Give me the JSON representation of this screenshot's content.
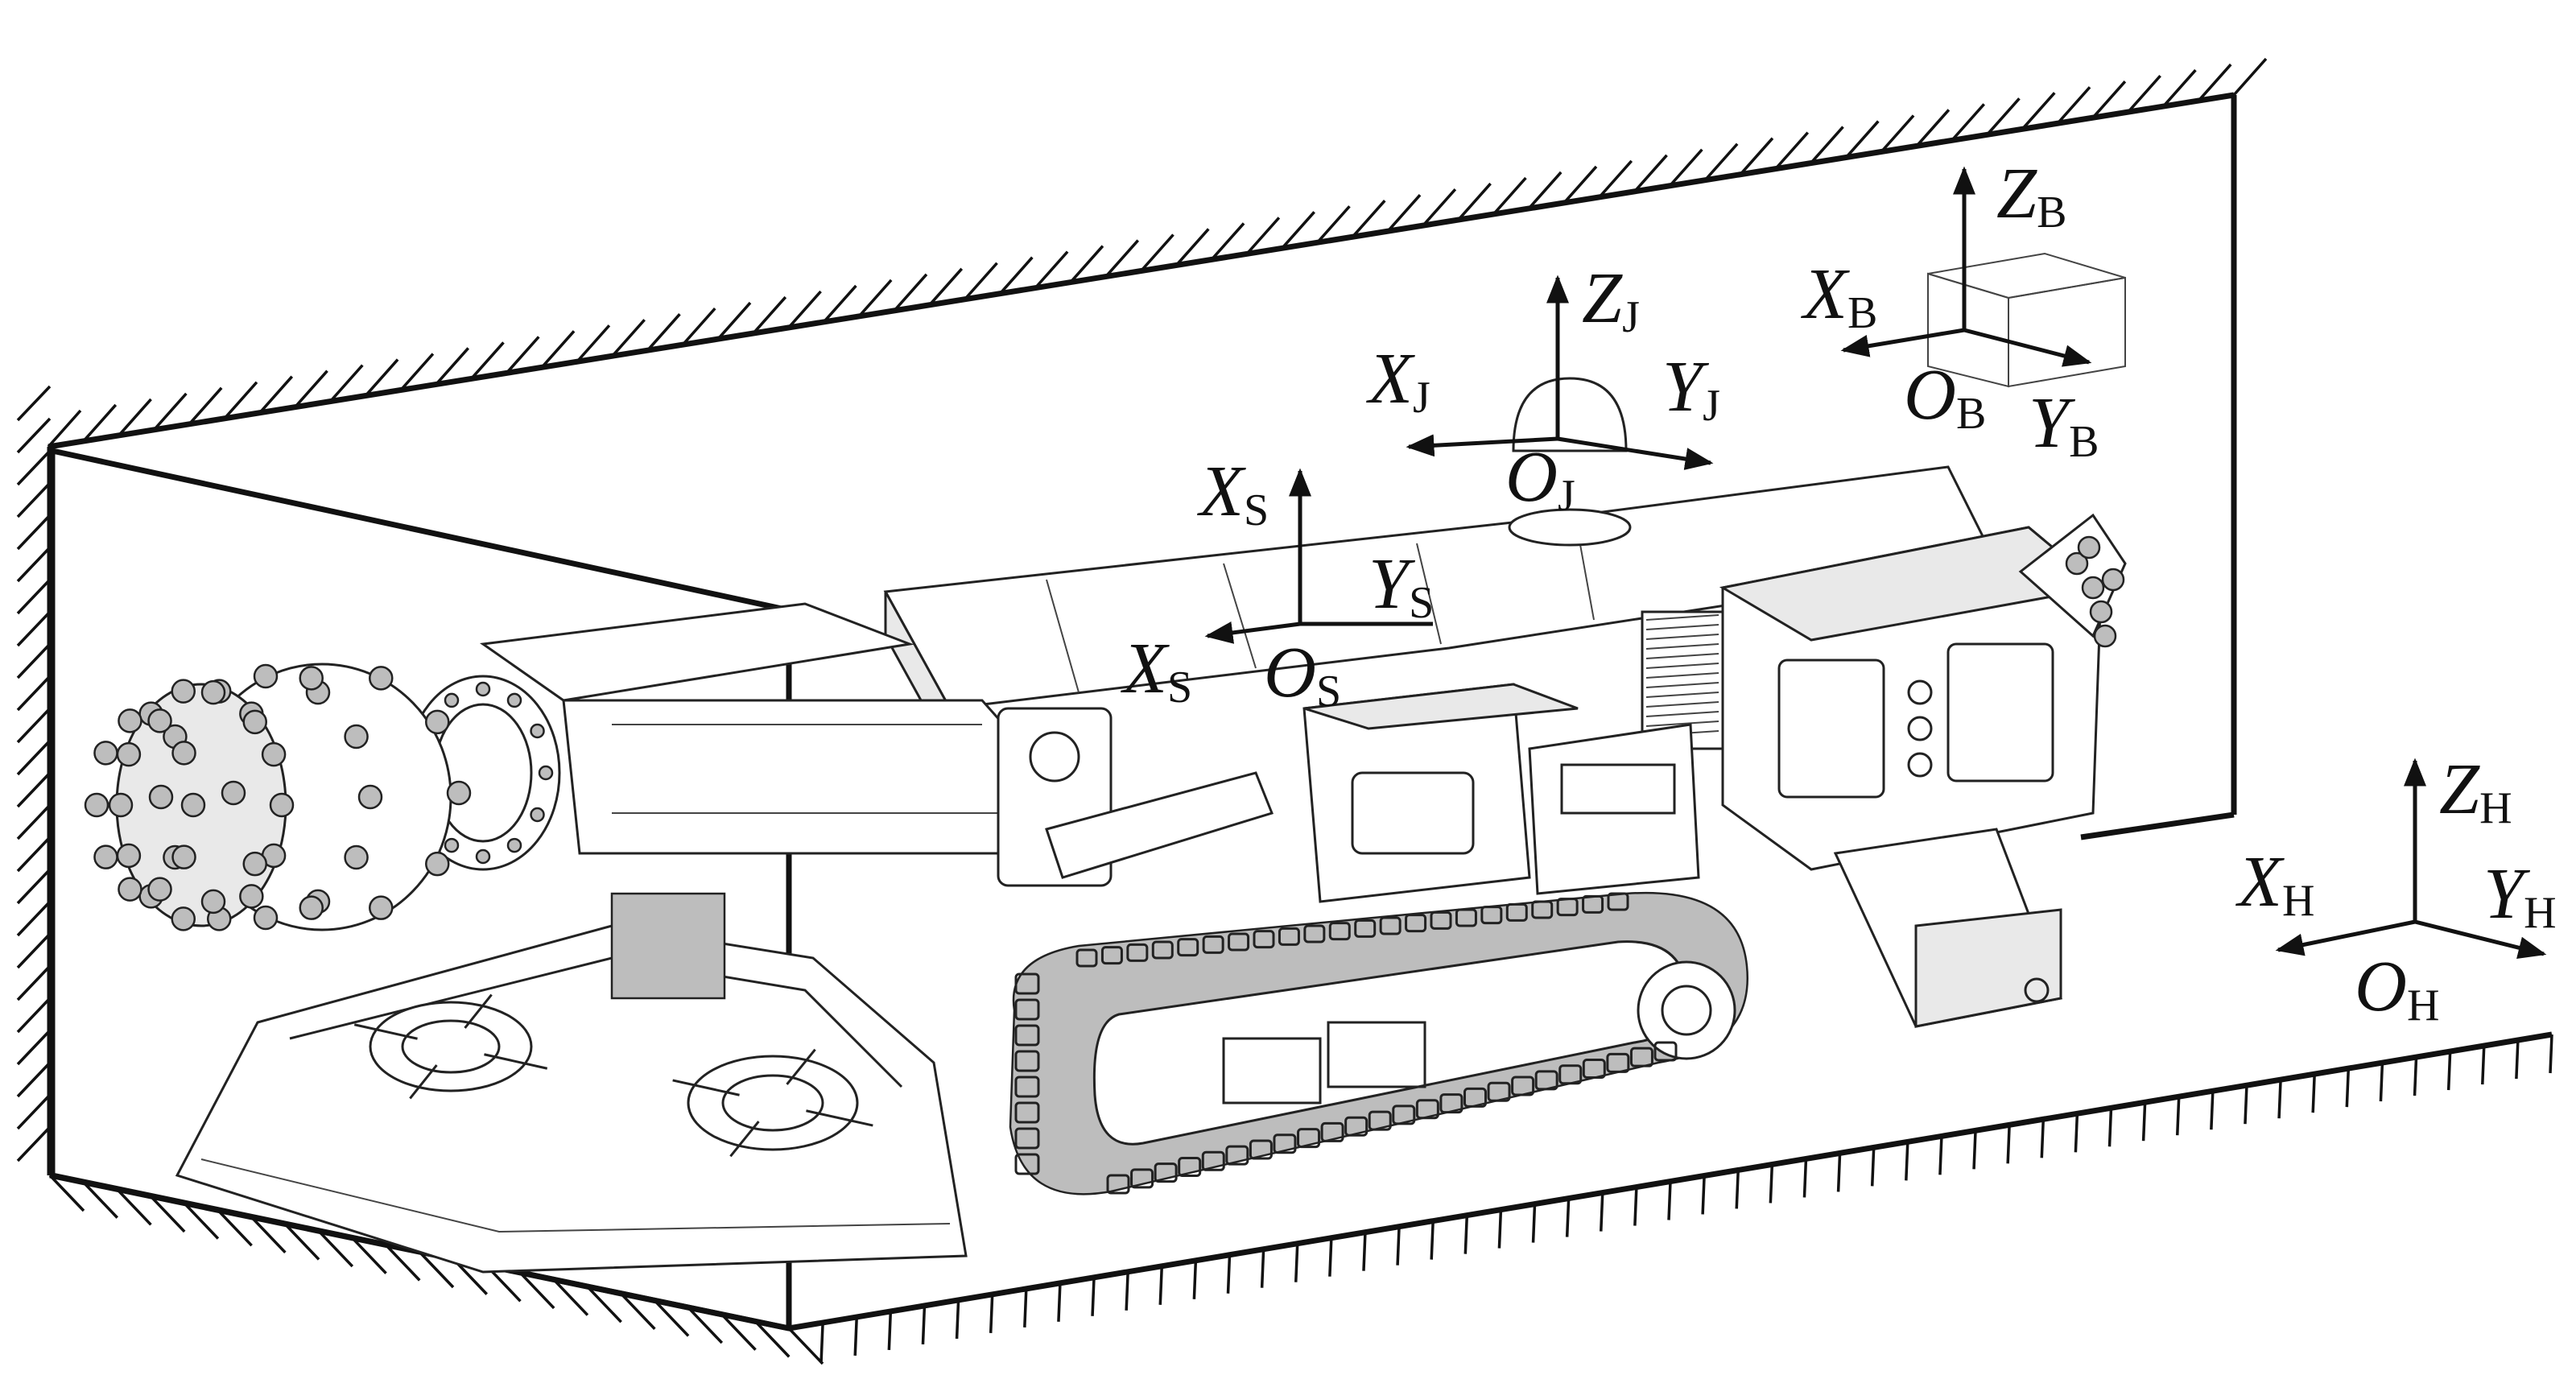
{
  "frames": [
    {
      "id": "B",
      "axes": [
        {
          "letter": "Z",
          "sub": "B"
        },
        {
          "letter": "X",
          "sub": "B"
        },
        {
          "letter": "Y",
          "sub": "B"
        }
      ],
      "origin": {
        "letter": "O",
        "sub": "B"
      }
    },
    {
      "id": "J",
      "axes": [
        {
          "letter": "Z",
          "sub": "J"
        },
        {
          "letter": "X",
          "sub": "J"
        },
        {
          "letter": "Y",
          "sub": "J"
        }
      ],
      "origin": {
        "letter": "O",
        "sub": "J"
      }
    },
    {
      "id": "S",
      "axes": [
        {
          "letter": "X",
          "sub": "S"
        },
        {
          "letter": "Y",
          "sub": "S"
        },
        {
          "letter": "X",
          "sub": "S"
        }
      ],
      "origin": {
        "letter": "O",
        "sub": "S"
      }
    },
    {
      "id": "H",
      "axes": [
        {
          "letter": "Z",
          "sub": "H"
        },
        {
          "letter": "X",
          "sub": "H"
        },
        {
          "letter": "Y",
          "sub": "H"
        }
      ],
      "origin": {
        "letter": "O",
        "sub": "H"
      }
    }
  ],
  "icons": [
    "roadheader-machine-drawing",
    "hatched-roadway-boundary"
  ]
}
